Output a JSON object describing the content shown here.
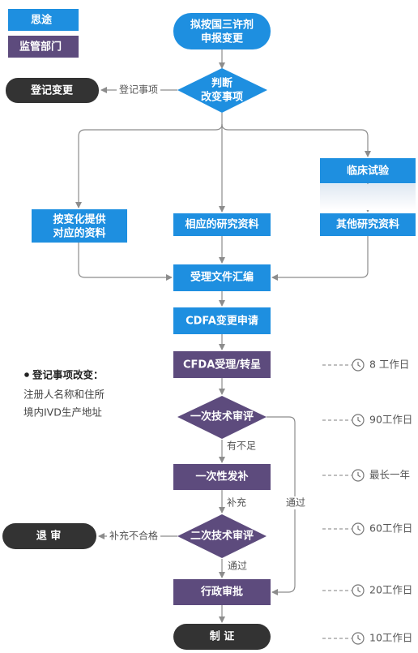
{
  "legend": {
    "company": "思途",
    "regulator": "监管部门"
  },
  "colors": {
    "company": "#1e8fe0",
    "regulator": "#5d4b7d",
    "terminal_dark": "#333333",
    "connector": "#8c8c8c"
  },
  "nodes": {
    "start": [
      "拟按国三许剂",
      "申报变更"
    ],
    "judge": [
      "判断",
      "改变事项"
    ],
    "reg_change": [
      "登记变更"
    ],
    "clinical": [
      "临床试验"
    ],
    "provide_info": [
      "按变化提供",
      "对应的资料"
    ],
    "research": [
      "相应的研究资料"
    ],
    "other_research": [
      "其他研究资料"
    ],
    "compile": [
      "受理文件汇编"
    ],
    "cdfa_apply": [
      "CDFA变更申请"
    ],
    "cfda_accept": [
      "CFDA受理/转呈"
    ],
    "review1": [
      "一次技术审评"
    ],
    "supplement1": [
      "一次性发补"
    ],
    "review2": [
      "二次技术审评"
    ],
    "reject": [
      "退 审"
    ],
    "approve": [
      "行政审批"
    ],
    "certificate": [
      "制 证"
    ]
  },
  "edge_labels": {
    "reg_item": "登记事项",
    "insufficient": "有不足",
    "supplement": "补充",
    "pass_side": "通过",
    "supplement_fail": "补充不合格",
    "pass": "通过"
  },
  "timeline": {
    "cfda_accept": "8 工作日",
    "review1": "90工作日",
    "supplement1": "最长一年",
    "review2": "60工作日",
    "approve": "20工作日",
    "certificate": "10工作日"
  },
  "note": {
    "title": "登记事项改变：",
    "lines": [
      "注册人名称和住所",
      "境内IVD生产地址"
    ]
  }
}
